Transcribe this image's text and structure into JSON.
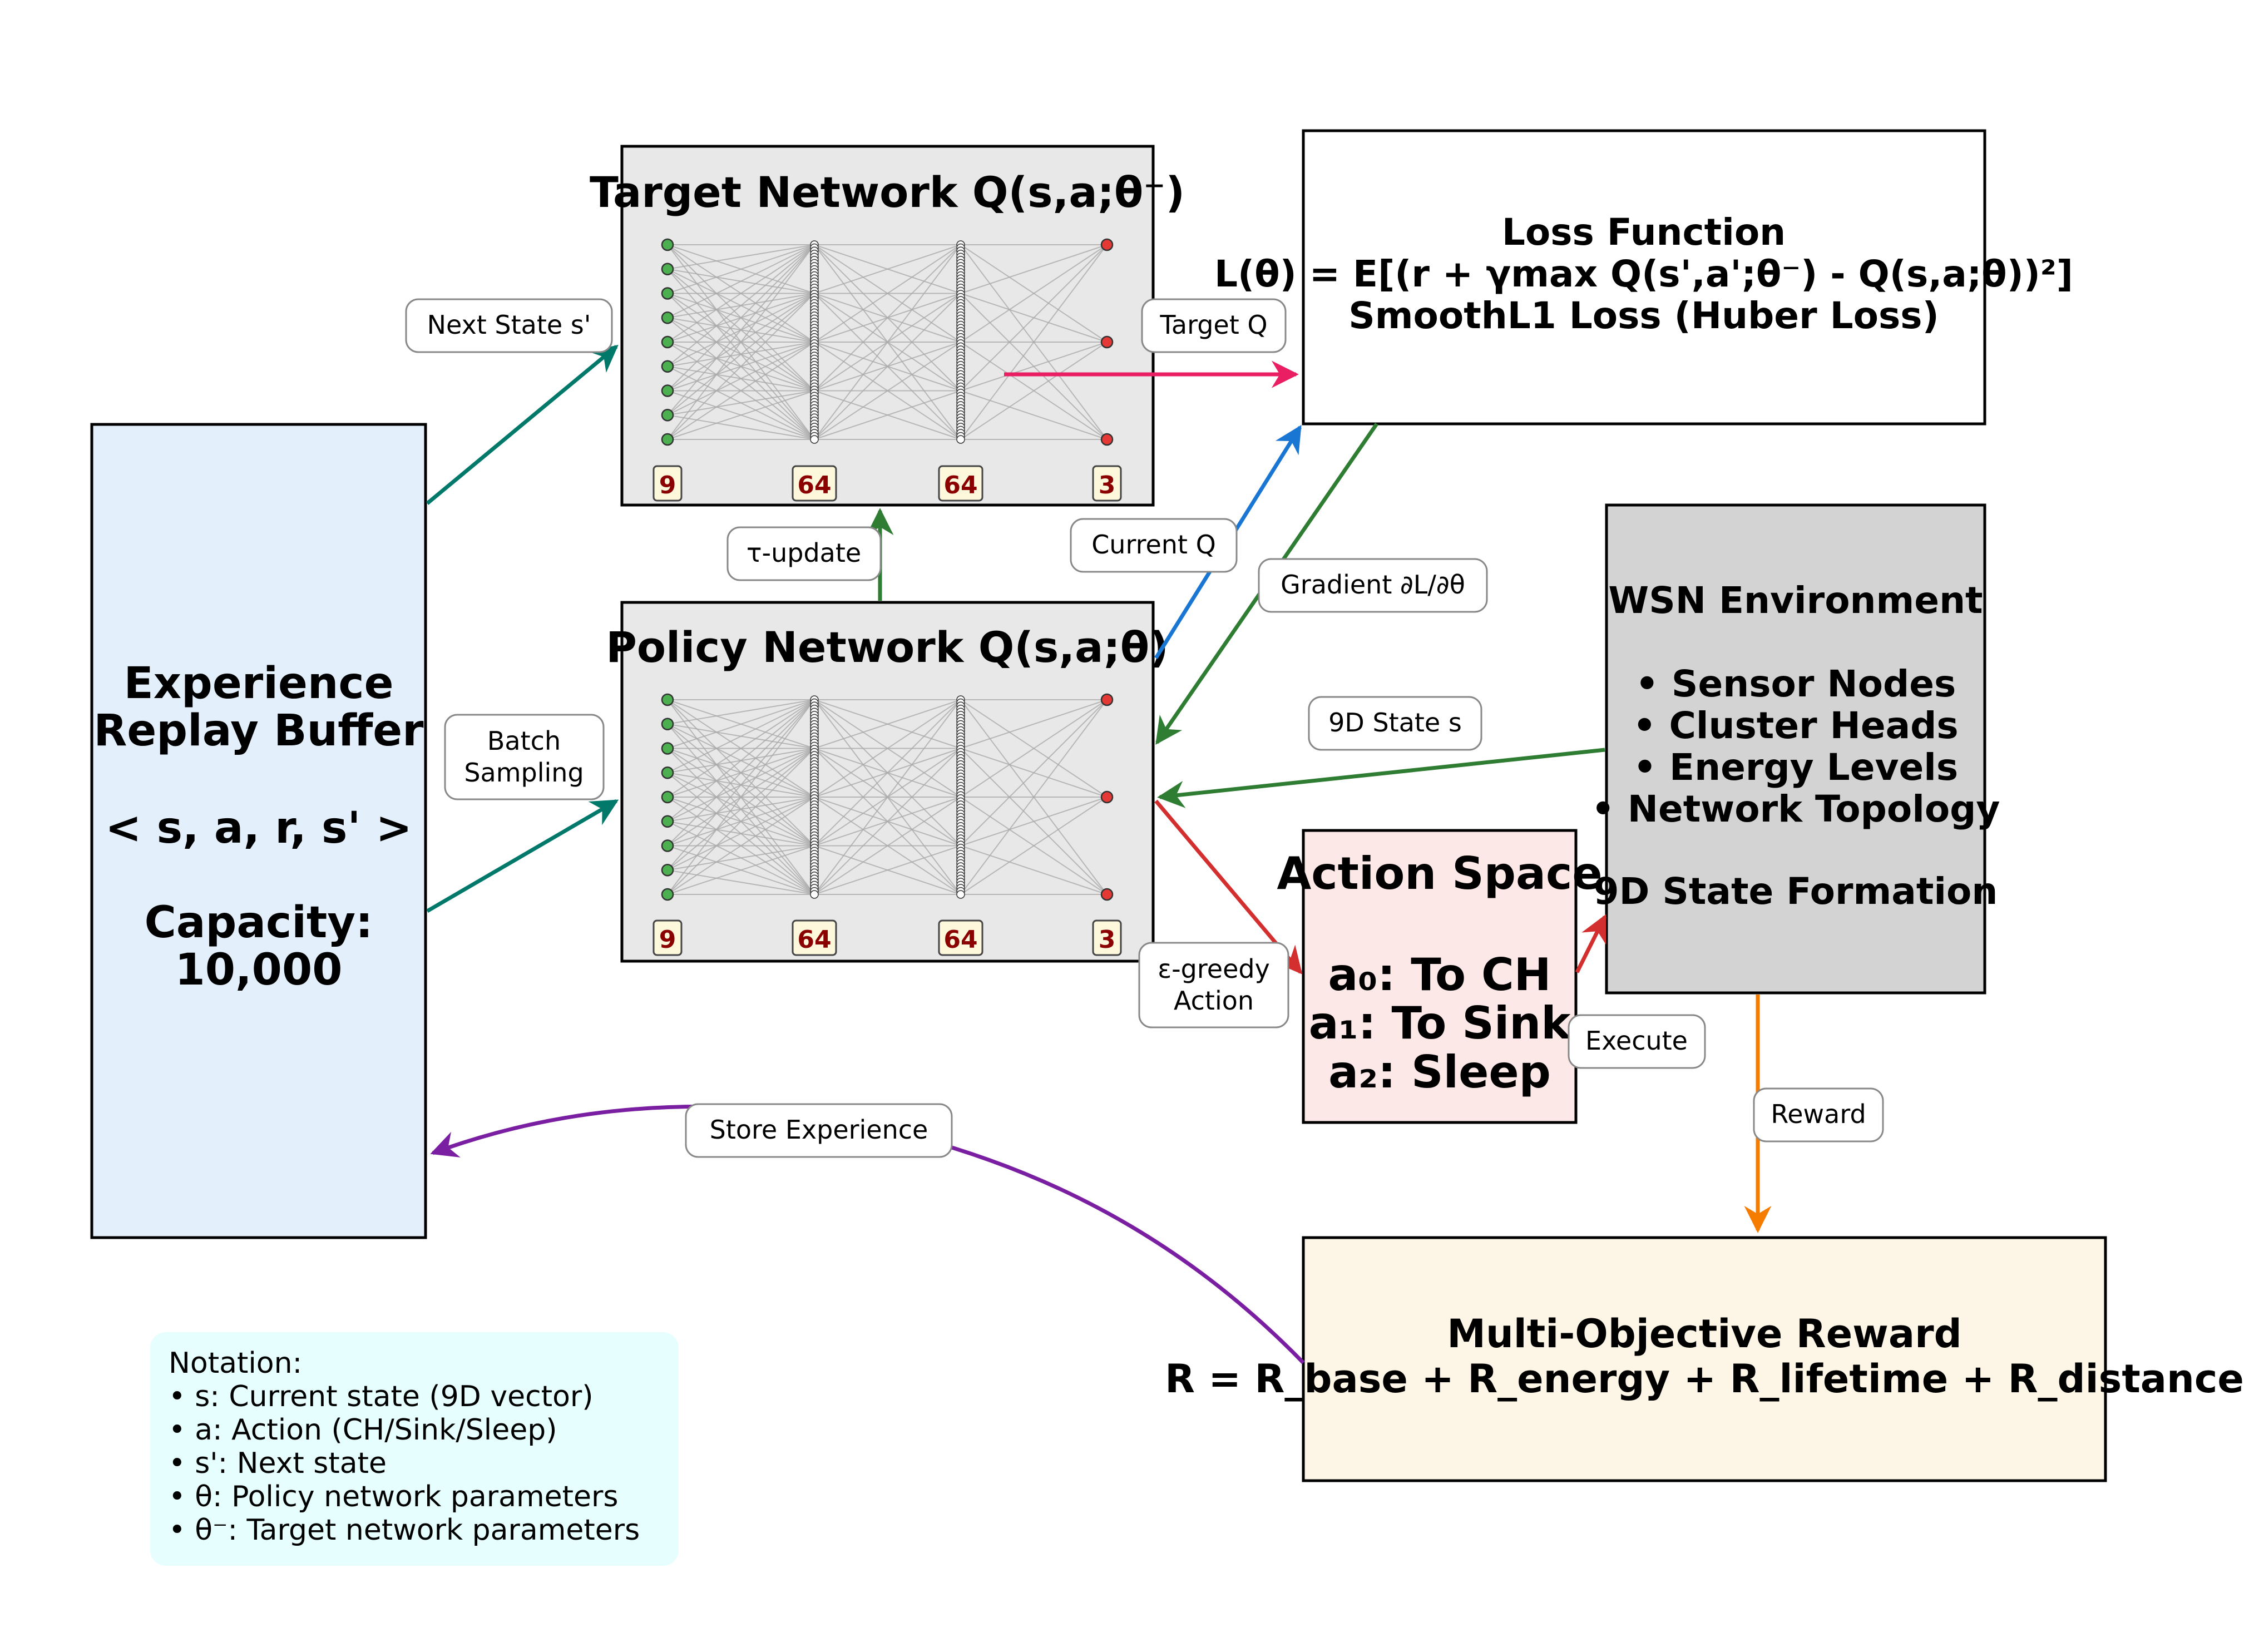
{
  "colors": {
    "replay_bg": "#e3f0fc",
    "network_bg": "#e8e8e8",
    "loss_bg": "#ffffff",
    "env_bg": "#d3d3d3",
    "action_bg": "#fde8e8",
    "reward_bg": "#fdf6e6",
    "notation_bg": "#e6fefe",
    "notation_border": "#2e3192",
    "teal": "#00796b",
    "green": "#2e7d32",
    "blue": "#1976d2",
    "pink": "#e91e63",
    "red": "#d32f2f",
    "orange": "#f57c00",
    "purple": "#7b1fa2",
    "input_node": "#4caf50",
    "output_node": "#e53935"
  },
  "replay": {
    "title1": "Experience",
    "title2": "Replay Buffer",
    "tuple": "< s, a, r, s' >",
    "cap1": "Capacity:",
    "cap2": "10,000"
  },
  "target_net": {
    "title": "Target Network Q(s,a;θ⁻)"
  },
  "policy_net": {
    "title": "Policy Network Q(s,a;θ)"
  },
  "layers": [
    "9",
    "64",
    "64",
    "3"
  ],
  "loss": {
    "title": "Loss Function",
    "formula": "L(θ) = E[(r + γmax Q(s',a';θ⁻) - Q(s,a;θ))²]",
    "subtitle": "SmoothL1 Loss (Huber Loss)"
  },
  "env": {
    "title": "WSN Environment",
    "items": [
      "• Sensor Nodes",
      "• Cluster Heads",
      "• Energy Levels",
      "• Network Topology"
    ],
    "footer": "9D State Formation"
  },
  "action": {
    "title": "Action Space",
    "a0": "a₀: To CH",
    "a1": "a₁: To Sink",
    "a2": "a₂: Sleep"
  },
  "reward": {
    "title": "Multi-Objective Reward",
    "formula": "R = R_base + R_energy + R_lifetime + R_distance"
  },
  "edges": {
    "next_state": "Next State s'",
    "batch1": "Batch",
    "batch2": "Sampling",
    "tau": "τ-update",
    "target_q": "Target Q",
    "current_q": "Current Q",
    "gradient": "Gradient ∂L/∂θ",
    "state9d": "9D State s",
    "egreedy1": "ε-greedy",
    "egreedy2": "Action",
    "execute": "Execute",
    "reward": "Reward",
    "store": "Store Experience"
  },
  "notation": {
    "title": "Notation:",
    "lines": [
      "• s: Current state (9D vector)",
      "• a: Action (CH/Sink/Sleep)",
      "• s': Next state",
      "• θ: Policy network parameters",
      "• θ⁻: Target network parameters"
    ]
  }
}
